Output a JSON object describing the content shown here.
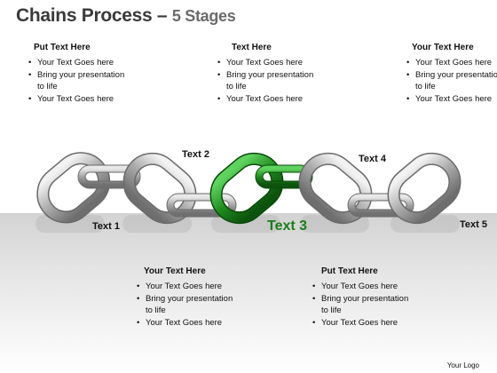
{
  "title": {
    "main": "Chains Process –",
    "sub": "5 Stages"
  },
  "top_boxes": [
    {
      "heading": "Put Text Here",
      "bullets": [
        "Your Text Goes here",
        "Bring your presentation to life",
        "Your Text Goes here"
      ]
    },
    {
      "heading": "Text Here",
      "bullets": [
        "Your Text Goes here",
        "Bring your presentation to life",
        "Your Text Goes here"
      ]
    },
    {
      "heading": "Your Text Here",
      "bullets": [
        "Your Text Goes here",
        "Bring your presentation to life",
        "Your Text Goes here"
      ]
    }
  ],
  "bottom_boxes": [
    {
      "heading": "Your Text Here",
      "bullets": [
        "Your Text Goes here",
        "Bring your presentation to life",
        "Your Text Goes here"
      ]
    },
    {
      "heading": "Put Text Here",
      "bullets": [
        "Your Text Goes here",
        "Bring your presentation to life",
        "Your Text Goes here"
      ]
    }
  ],
  "labels": {
    "text1": "Text 1",
    "text2": "Text 2",
    "text3": "Text 3",
    "text4": "Text 4",
    "text5": "Text 5"
  },
  "logo": "Your Logo",
  "colors": {
    "highlight_link": "#1e8a1e",
    "link": "#a8a8a8",
    "highlight_label": "#1a7d1a"
  }
}
